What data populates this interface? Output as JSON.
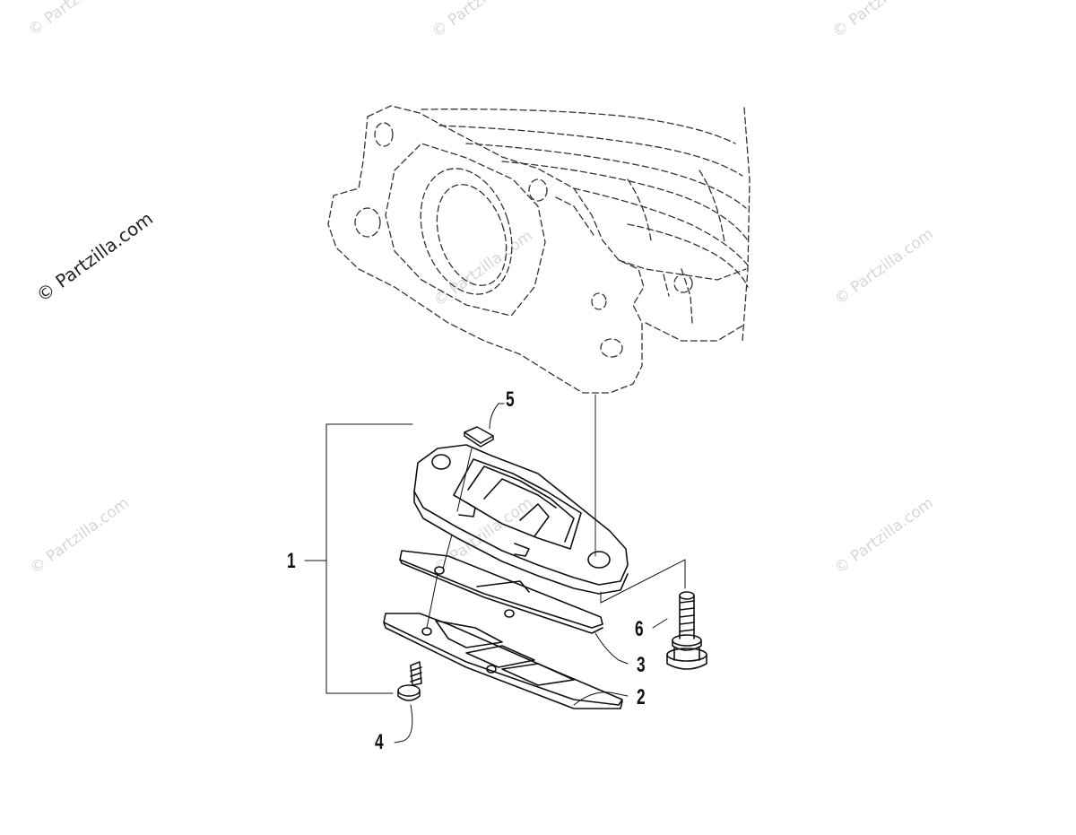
{
  "watermark": {
    "main": "© Partzilla.com",
    "faded": "© Partzilla.com"
  },
  "callouts": [
    {
      "id": "1",
      "label": "1"
    },
    {
      "id": "2",
      "label": "2"
    },
    {
      "id": "3",
      "label": "3"
    },
    {
      "id": "4",
      "label": "4"
    },
    {
      "id": "5",
      "label": "5"
    },
    {
      "id": "6",
      "label": "6"
    }
  ],
  "colors": {
    "line": "#111111",
    "dashed": "#333333",
    "watermark": "#d6d6d6"
  }
}
